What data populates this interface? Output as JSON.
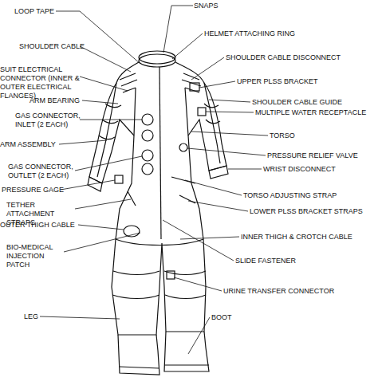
{
  "diagram": {
    "labels": [
      "SNAPS",
      "LOOP TAPE",
      "HELMET ATTACHING RING",
      "SHOULDER CABLE",
      "SHOULDER CABLE DISCONNECT",
      "SUIT ELECTRICAL CONNECTOR (INNER & OUTER ELECTRICAL FLANGES)",
      "UPPER PLSS BRACKET",
      "ARM BEARING",
      "SHOULDER CABLE GUIDE",
      "MULTIPLE WATER RECEPTACLE",
      "GAS CONNECTOR, INLET (2 EACH)",
      "TORSO",
      "ARM ASSEMBLY",
      "PRESSURE RELIEF VALVE",
      "GAS CONNECTOR, OUTLET (2 EACH)",
      "WRIST DISCONNECT",
      "PRESSURE GAGE",
      "TORSO ADJUSTING STRAP",
      "TETHER ATTACHMENT STRAPS",
      "LOWER PLSS BRACKET STRAPS",
      "OUTER THIGH CABLE",
      "INNER THIGH & CROTCH CABLE",
      "BIO-MEDICAL INJECTION PATCH",
      "SLIDE FASTENER",
      "URINE TRANSFER CONNECTOR",
      "LEG",
      "BOOT"
    ]
  }
}
